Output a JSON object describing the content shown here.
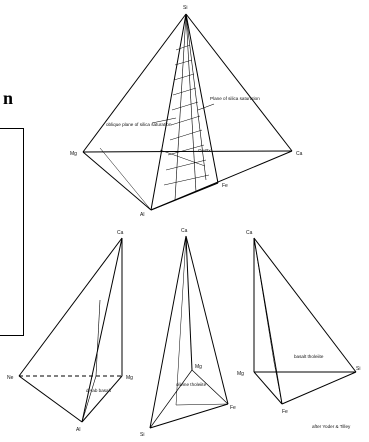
{
  "page": {
    "heading_fragment": "n"
  },
  "tetrahedron_main": {
    "apex": "Si",
    "left": "Mg",
    "right": "Ca",
    "bottom": "Al",
    "inner_point": "Fe",
    "label_oblique": "oblique plane of silica saturation",
    "label_plane": "Plane of silica saturation",
    "label_region": "Ol+Px"
  },
  "tetrahedron_a": {
    "apex": "Ca",
    "left": "Ne",
    "right": "Mg",
    "bottom": "Al",
    "label": "di+ab basalt"
  },
  "tetrahedron_b": {
    "apex": "Ca",
    "inner": "Mg",
    "bottom": "Si",
    "right": "Fe",
    "label": "olivine tholeiite"
  },
  "tetrahedron_c": {
    "apex": "Ca",
    "left": "Mg",
    "right": "Si",
    "bottom": "Fe",
    "label": "basalt tholeiite"
  },
  "credit": "after Yoder & Tilley"
}
